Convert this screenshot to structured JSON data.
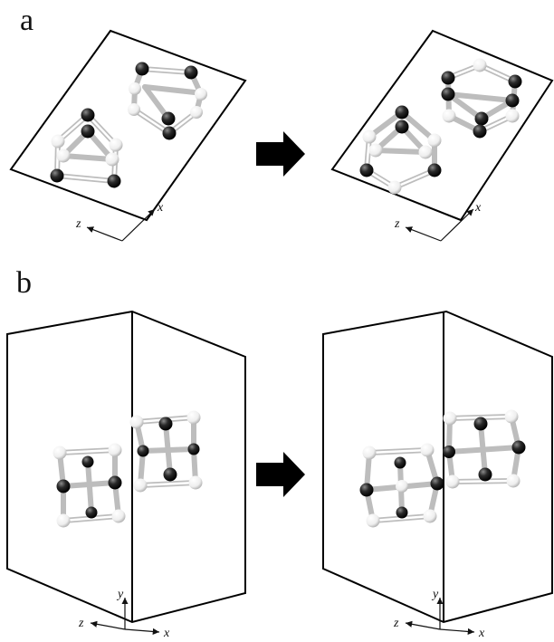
{
  "panels": {
    "a": {
      "label": "a",
      "axes": {
        "horizontal": "x",
        "depth": "z"
      }
    },
    "b": {
      "label": "b",
      "axes": {
        "horizontal": "x",
        "vertical": "y",
        "depth": "z"
      }
    }
  },
  "colors": {
    "dark_atom": "#262626",
    "light_atom": "#f2f2f2",
    "bond": "#c8c8c8",
    "outline": "#000000",
    "arrow": "#000000"
  }
}
